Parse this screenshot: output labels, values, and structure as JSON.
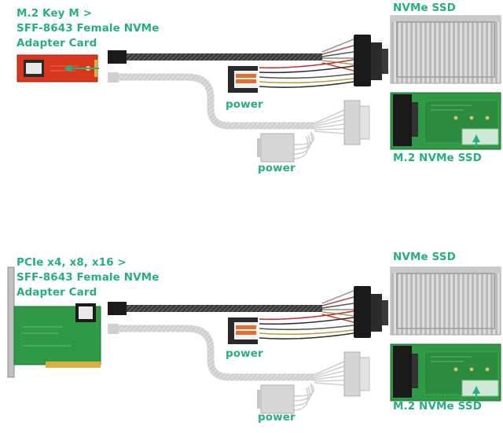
{
  "panels": [
    {
      "card_title": [
        "M.2 Key M >",
        "SFF-8643 Female NVMe",
        "Adapter Card"
      ],
      "ssd_top_label": "NVMe SSD",
      "ssd_bottom_label": "M.2 NVMe SSD",
      "power_labels": [
        "power",
        "power"
      ]
    },
    {
      "card_title": [
        "PCIe x4, x8, x16 >",
        "SFF-8643 Female NVMe",
        "Adapter Card"
      ],
      "ssd_top_label": "NVMe SSD",
      "ssd_bottom_label": "M.2 NVMe SSD",
      "power_labels": [
        "power",
        "power"
      ]
    }
  ],
  "colors": {
    "label_green": "#25b07c",
    "pcb_red": "#d9361f",
    "pcb_green": "#2f9a45",
    "cable_dark": "#3a3a3a",
    "cable_gray": "#cfcfcf"
  }
}
